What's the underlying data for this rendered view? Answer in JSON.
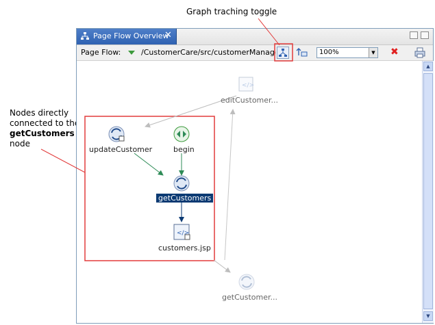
{
  "callouts": {
    "toggle": "Graph traching toggle",
    "nodes_line1": "Nodes directly",
    "nodes_line2": "connected to the",
    "nodes_line3": "getCustomers",
    "nodes_line4": "node"
  },
  "tab": {
    "label": "Page Flow Overview",
    "close": "✕"
  },
  "toolbar": {
    "label": "Page Flow:",
    "path": "/CustomerCare/src/customerManageme",
    "zoom": "100%",
    "delete": "✖"
  },
  "nodes": {
    "edit_customer": "editCustomer...",
    "update_customer": "updateCustomer",
    "begin": "begin",
    "get_customers": "getCustomers",
    "customers_jsp": "customers.jsp",
    "get_customer": "getCustomer..."
  },
  "colors": {
    "highlight": "#e23b3b",
    "accent": "#2f62b2",
    "selection": "#0b3a73",
    "flow_green": "#2e8b57"
  }
}
